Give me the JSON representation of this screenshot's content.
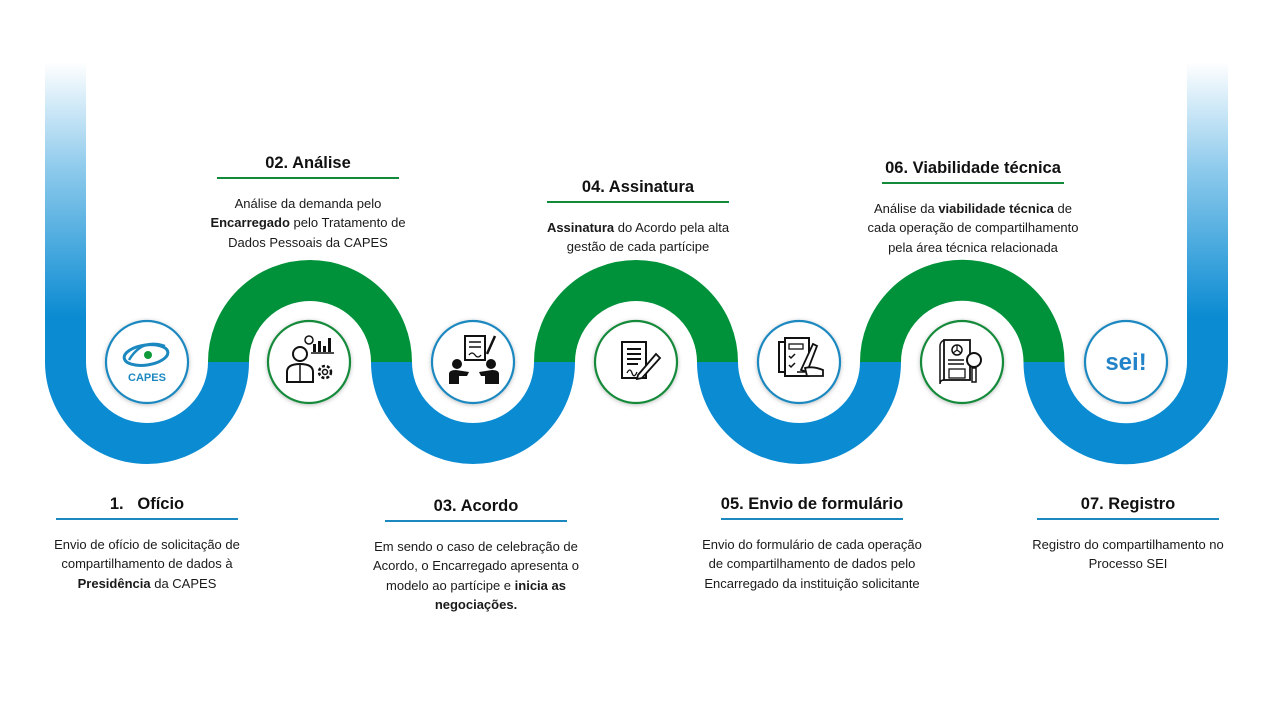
{
  "colors": {
    "blue": "#0a8bd2",
    "green": "#00923a",
    "blue_rule": "#1b88c0",
    "green_rule": "#138a3a"
  },
  "steps": [
    {
      "title": "1.   Ofício",
      "icon": "capes-logo-icon",
      "logo_text": "CAPES",
      "color": "blue",
      "desc_lines": [
        [
          {
            "text": "Envio de ofício de solicitação de",
            "bold": false
          }
        ],
        [
          {
            "text": "compartilhamento de dados à",
            "bold": false
          }
        ],
        [
          {
            "text": "Presidência",
            "bold": true
          },
          {
            "text": " da CAPES",
            "bold": false
          }
        ]
      ]
    },
    {
      "title": "02. Análise",
      "icon": "analyst-chart-gear-icon",
      "color": "green",
      "desc_lines": [
        [
          {
            "text": "Análise da demanda pelo",
            "bold": false
          }
        ],
        [
          {
            "text": "Encarregado",
            "bold": true
          },
          {
            "text": " pelo Tratamento de",
            "bold": false
          }
        ],
        [
          {
            "text": "Dados Pessoais da CAPES",
            "bold": false
          }
        ]
      ]
    },
    {
      "title": "03. Acordo",
      "icon": "handshake-agreement-icon",
      "color": "blue",
      "desc_lines": [
        [
          {
            "text": "Em sendo o caso de celebração de",
            "bold": false
          }
        ],
        [
          {
            "text": "Acordo, o Encarregado apresenta o",
            "bold": false
          }
        ],
        [
          {
            "text": "modelo ao partícipe e ",
            "bold": false
          },
          {
            "text": "inicia as",
            "bold": true
          }
        ],
        [
          {
            "text": "negociações.",
            "bold": true
          }
        ]
      ]
    },
    {
      "title": "04. Assinatura",
      "icon": "signed-document-icon",
      "color": "green",
      "desc_lines": [
        [
          {
            "text": "Assinatura",
            "bold": true
          },
          {
            "text": " do Acordo pela alta",
            "bold": false
          }
        ],
        [
          {
            "text": "gestão de cada partícipe",
            "bold": false
          }
        ]
      ]
    },
    {
      "title": "05. Envio de formulário",
      "icon": "checklist-form-icon",
      "color": "blue",
      "desc_lines": [
        [
          {
            "text": "Envio do formulário de cada operação",
            "bold": false
          }
        ],
        [
          {
            "text": "de compartilhamento de dados pelo",
            "bold": false
          }
        ],
        [
          {
            "text": "Encarregado da instituição solicitante",
            "bold": false
          }
        ]
      ]
    },
    {
      "title": "06. Viabilidade técnica",
      "icon": "report-magnifier-icon",
      "color": "green",
      "desc_lines": [
        [
          {
            "text": "Análise da ",
            "bold": false
          },
          {
            "text": "viabilidade técnica",
            "bold": true
          },
          {
            "text": " de",
            "bold": false
          }
        ],
        [
          {
            "text": "cada operação de compartilhamento",
            "bold": false
          }
        ],
        [
          {
            "text": "pela área técnica relacionada",
            "bold": false
          }
        ]
      ]
    },
    {
      "title": "07. Registro",
      "icon": "sei-logo-icon",
      "logo_text": "sei!",
      "color": "blue",
      "desc_lines": [
        [
          {
            "text": "Registro do compartilhamento no",
            "bold": false
          }
        ],
        [
          {
            "text": "Processo SEI",
            "bold": false
          }
        ]
      ]
    }
  ]
}
